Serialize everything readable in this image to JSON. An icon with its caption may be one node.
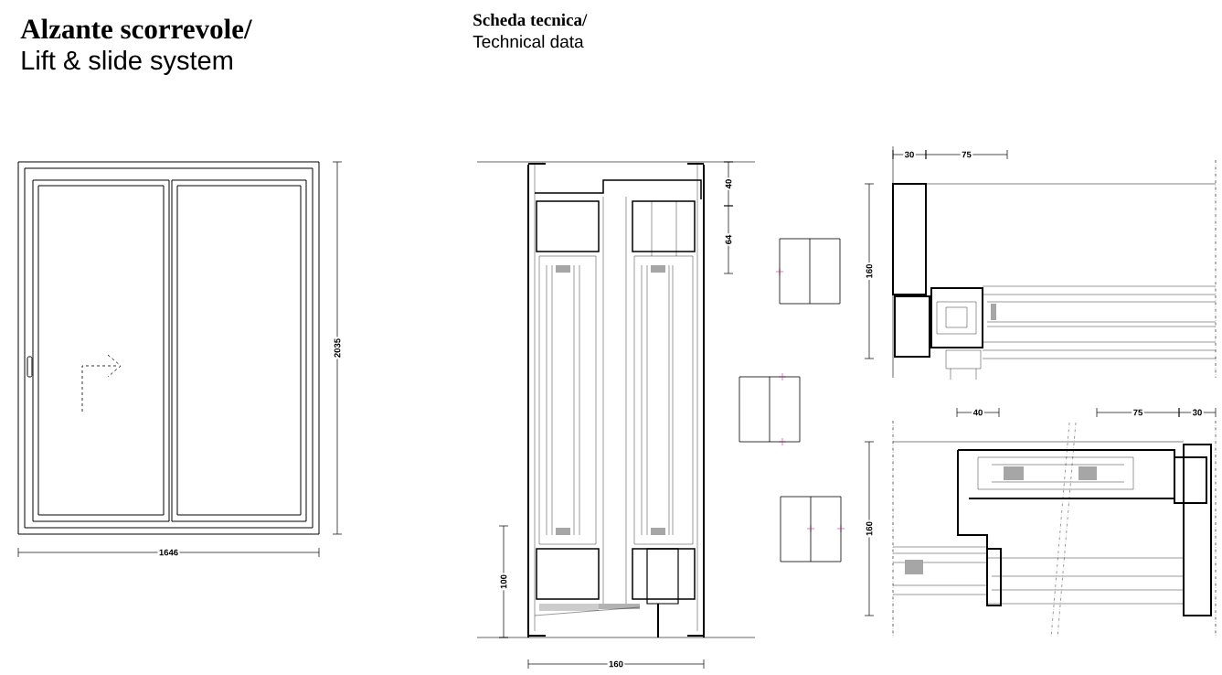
{
  "diagram": {
    "labels": [
      "Alzante scorrevole/",
      "Lift & slide system",
      "Scheda tecnica/",
      "Technical data",
      "2035",
      "1646",
      "40",
      "64",
      "100",
      "160",
      "30",
      "75",
      "160",
      "40",
      "75",
      "30",
      "160"
    ]
  }
}
